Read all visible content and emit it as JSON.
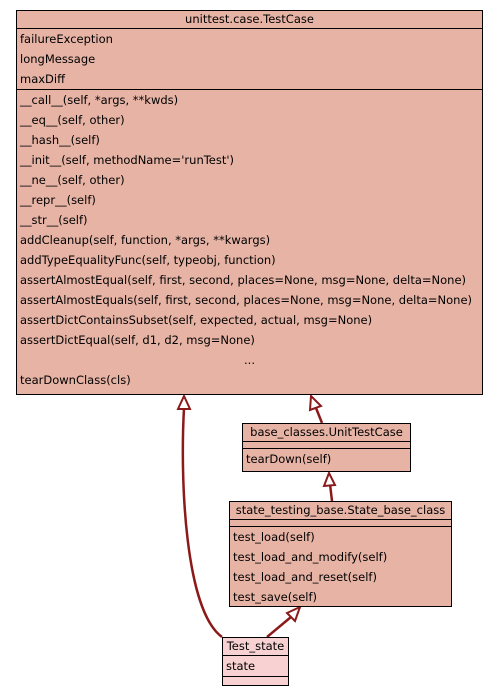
{
  "classes": {
    "testcase": {
      "name": "unittest.case.TestCase",
      "attributes": [
        "failureException",
        "longMessage",
        "maxDiff"
      ],
      "methods": [
        "__call__(self, *args, **kwds)",
        "__eq__(self, other)",
        "__hash__(self)",
        "__init__(self, methodName='runTest')",
        "__ne__(self, other)",
        "__repr__(self)",
        "__str__(self)",
        "addCleanup(self, function, *args, **kwargs)",
        "addTypeEqualityFunc(self, typeobj, function)",
        "assertAlmostEqual(self, first, second, places=None, msg=None, delta=None)",
        "assertAlmostEquals(self, first, second, places=None, msg=None, delta=None)",
        "assertDictContainsSubset(self, expected, actual, msg=None)",
        "assertDictEqual(self, d1, d2, msg=None)",
        "...",
        "tearDownClass(cls)"
      ]
    },
    "unittestcase": {
      "name": "base_classes.UnitTestCase",
      "methods": [
        "tearDown(self)"
      ]
    },
    "statebase": {
      "name": "state_testing_base.State_base_class",
      "methods": [
        "test_load(self)",
        "test_load_and_modify(self)",
        "test_load_and_reset(self)",
        "test_save(self)"
      ]
    },
    "teststate": {
      "name": "Test_state",
      "attributes": [
        "state"
      ]
    }
  },
  "colors": {
    "class_fill": "#e6b3a5",
    "focus_class_fill": "#f8d2d2",
    "edge_color": "#8b1a1a"
  }
}
